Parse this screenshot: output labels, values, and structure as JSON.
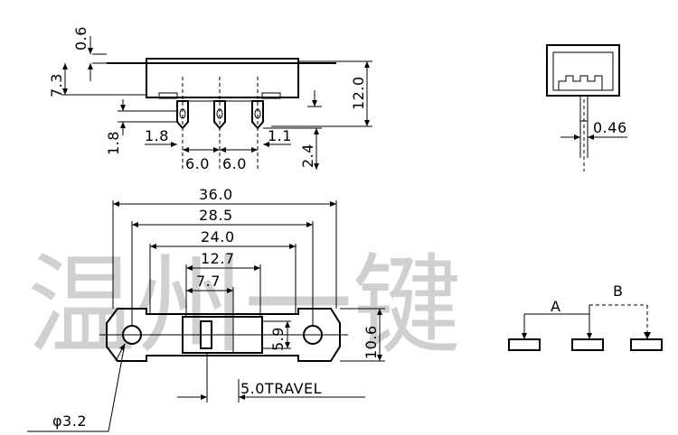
{
  "watermark": "温州一键",
  "dimensions": {
    "d_0_6": "0.6",
    "d_7_3": "7.3",
    "d_12_0": "12.0",
    "d_1_8_v": "1.8",
    "d_1_8_h": "1.8",
    "d_6_0_a": "6.0",
    "d_6_0_b": "6.0",
    "d_1_1": "1.1",
    "d_2_4": "2.4",
    "d_0_46": "0.46",
    "d_36_0": "36.0",
    "d_28_5": "28.5",
    "d_24_0": "24.0",
    "d_12_7": "12.7",
    "d_7_7": "7.7",
    "d_5_9": "5.9",
    "d_10_6": "10.6",
    "travel": "5.0TRAVEL",
    "hole": "φ3.2"
  },
  "schematic": {
    "label_a": "A",
    "label_b": "B"
  }
}
